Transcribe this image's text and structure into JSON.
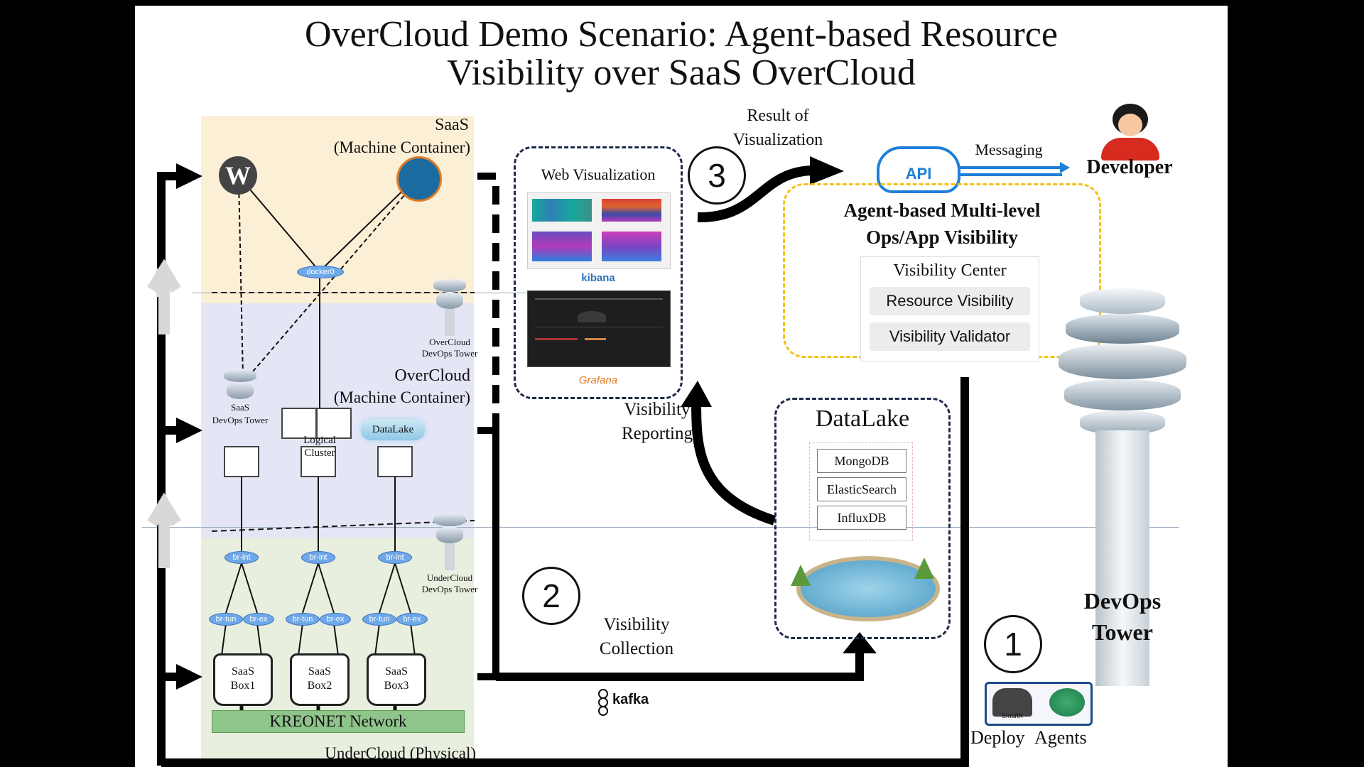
{
  "title": {
    "line1": "OverCloud Demo Scenario: Agent-based Resource",
    "line2": "Visibility over SaaS OverCloud"
  },
  "layers": {
    "saas": {
      "name": "SaaS",
      "sub": "(Machine Container)"
    },
    "overcloud": {
      "name": "OverCloud",
      "sub": "(Machine Container)"
    },
    "undercloud": {
      "name": "UnderCloud (Physical)"
    }
  },
  "nodes": {
    "docker0": "docker0",
    "overcloud_tower": "OverCloud DevOps Tower",
    "saas_tower_line1": "SaaS",
    "saas_tower_line2": "DevOps Tower",
    "logical_cluster_line1": "Logical",
    "logical_cluster_line2": "Cluster",
    "datalake_node": "DataLake",
    "undercloud_tower_line1": "UnderCloud",
    "undercloud_tower_line2": "DevOps Tower",
    "br_int": "br-int",
    "br_tun": "br-tun",
    "br_ex": "br-ex",
    "boxes": [
      {
        "line1": "SaaS",
        "line2": "Box1"
      },
      {
        "line1": "SaaS",
        "line2": "Box2"
      },
      {
        "line1": "SaaS",
        "line2": "Box3"
      }
    ],
    "network": "KREONET Network"
  },
  "web_viz": {
    "title": "Web Visualization",
    "kibana": "kibana",
    "grafana": "Grafana"
  },
  "steps": [
    {
      "num": "1",
      "label_line1": "Deploy",
      "label_line2": "Agents"
    },
    {
      "num": "2",
      "label_line1": "Visibility",
      "label_line2": "Collection"
    },
    {
      "num": "3",
      "label_line1": "Result of",
      "label_line2": "Visualization"
    }
  ],
  "visibility_reporting": {
    "line1": "Visibility",
    "line2": "Reporting"
  },
  "kafka": "kafka",
  "api": {
    "label": "API",
    "messaging": "Messaging",
    "developer": "Developer"
  },
  "agent_box": {
    "title_line1": "Agent-based Multi-level",
    "title_line2": "Ops/App Visibility",
    "center_title": "Visibility Center",
    "items": [
      "Resource Visibility",
      "Visibility Validator"
    ]
  },
  "datalake": {
    "title": "DataLake",
    "dbs": [
      "MongoDB",
      "ElasticSearch",
      "InfluxDB"
    ]
  },
  "devops_tower": {
    "line1": "DevOps",
    "line2": "Tower"
  },
  "agents_logo": "SmartX",
  "colors": {
    "saas_layer": "#fbefd6",
    "overcloud_layer": "#e4e6f6",
    "undercloud_layer": "#e9efdf",
    "kreonet": "#8fc48a",
    "dashed_navy": "#1e2a4a",
    "dashed_yellow": "#f2c21a",
    "api_blue": "#1e7fd8"
  }
}
